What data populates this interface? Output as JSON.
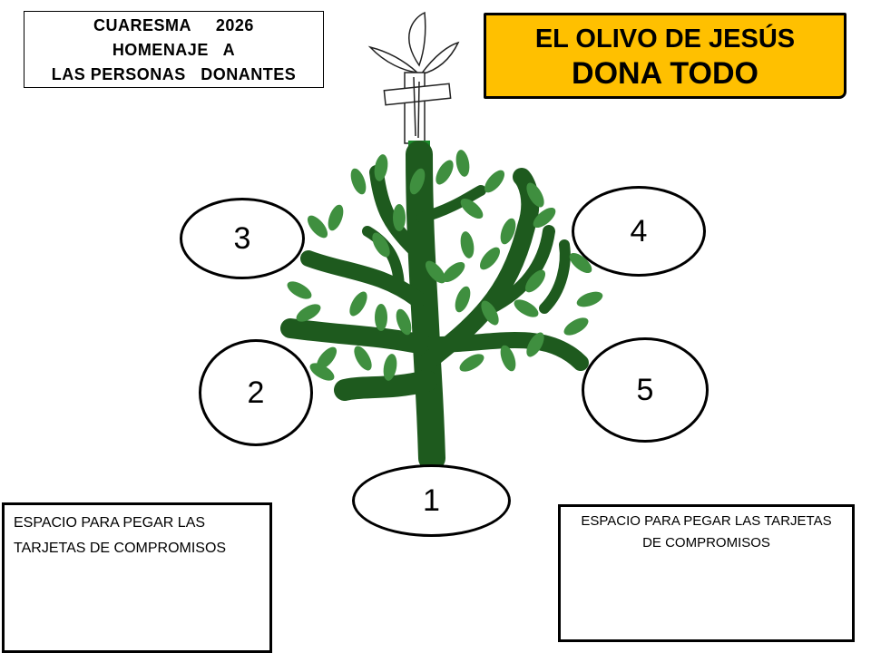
{
  "header": {
    "lines": [
      "CUARESMA     2026",
      "HOMENAJE   A",
      "LAS PERSONAS   DONANTES"
    ]
  },
  "banner": {
    "title": "EL OLIVO DE JESÚS",
    "subtitle": "DONA TODO"
  },
  "ovals": [
    "1",
    "2",
    "3",
    "4",
    "5"
  ],
  "cards": {
    "left": "ESPACIO PARA  PEGAR  LAS TARJETAS  DE COMPROMISOS",
    "right": "ESPACIO PARA PEGAR LAS TARJETAS DE COMPROMISOS"
  },
  "colors": {
    "banner": "#ffc000",
    "branch": "#1e5a1e",
    "leaf": "#3f8f3f"
  }
}
